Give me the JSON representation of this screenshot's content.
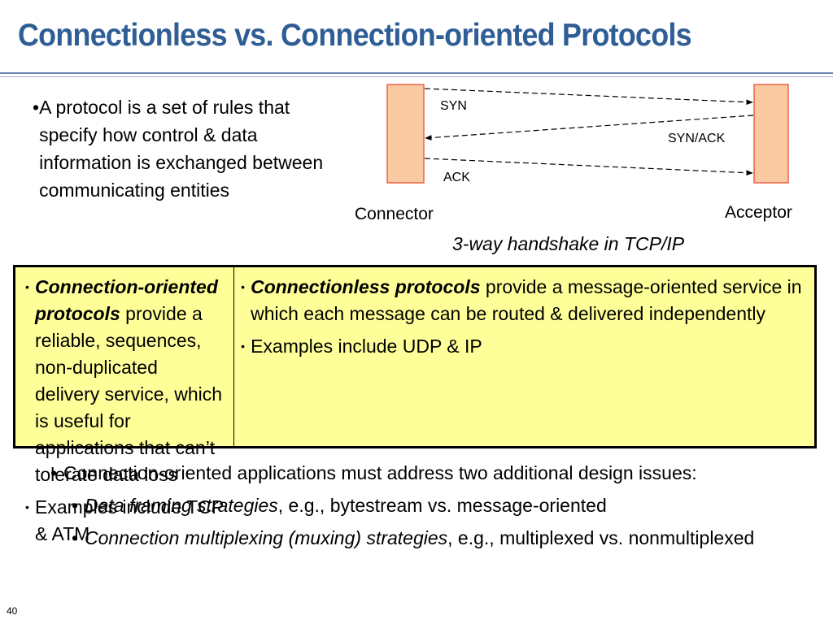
{
  "slide": {
    "title": "Connectionless vs. Connection-oriented Protocols",
    "page_number": "40"
  },
  "intro": {
    "bullet": "•",
    "text": "A protocol is a set of rules that specify how control & data information is exchanged between communicating entities"
  },
  "diagram": {
    "syn_label": "SYN",
    "synack_label": "SYN/ACK",
    "ack_label": "ACK",
    "connector_label": "Connector",
    "acceptor_label": "Acceptor",
    "caption": "3-way handshake in TCP/IP",
    "box_fill": "#f9c9a2",
    "box_border": "#f06048"
  },
  "comparison": {
    "background": "#ffff99",
    "left": {
      "bullet": "•",
      "term": "Connection-oriented protocols",
      "description": "provide a reliable, sequences, non-duplicated delivery service, which is useful for applications that can’t tolerate data loss",
      "examples": "Examples include TCP & ATM"
    },
    "right": {
      "bullet": "•",
      "term": "Connectionless protocols",
      "description": "provide a message-oriented service in which each message can be routed & delivered independently",
      "examples": "Examples include UDP & IP"
    }
  },
  "bottom": {
    "bullet": "•",
    "main": "Connection-oriented applications must address two additional design issues:",
    "items": [
      {
        "term": "Data framing strategies",
        "rest": ", e.g., bytestream vs. message-oriented"
      },
      {
        "term": "Connection multiplexing (muxing) strategies",
        "rest": ", e.g., multiplexed vs. nonmultiplexed"
      }
    ]
  }
}
